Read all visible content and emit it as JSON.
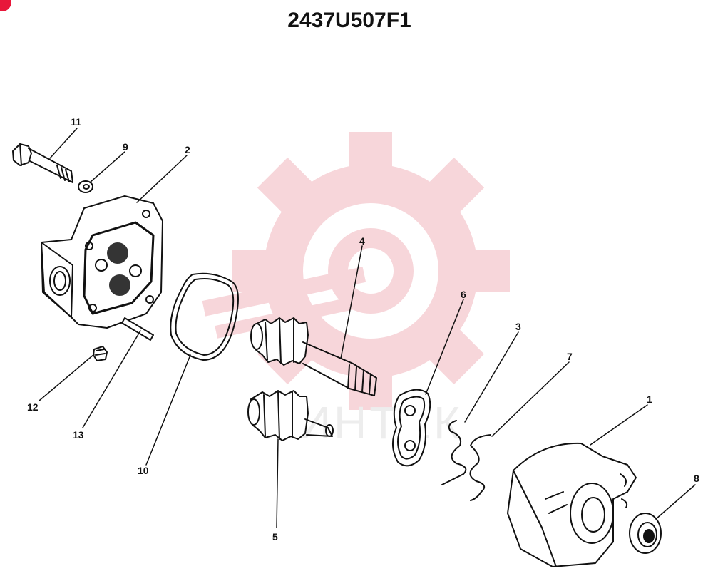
{
  "title": "2437U507F1",
  "watermark": {
    "text": "ЛИНТЕК",
    "color": "#f4c9cf"
  },
  "callouts": [
    "1",
    "2",
    "3",
    "4",
    "5",
    "6",
    "7",
    "8",
    "9",
    "10",
    "11",
    "12",
    "13"
  ],
  "colors": {
    "line": "#111111",
    "badge": "#e8173a"
  }
}
